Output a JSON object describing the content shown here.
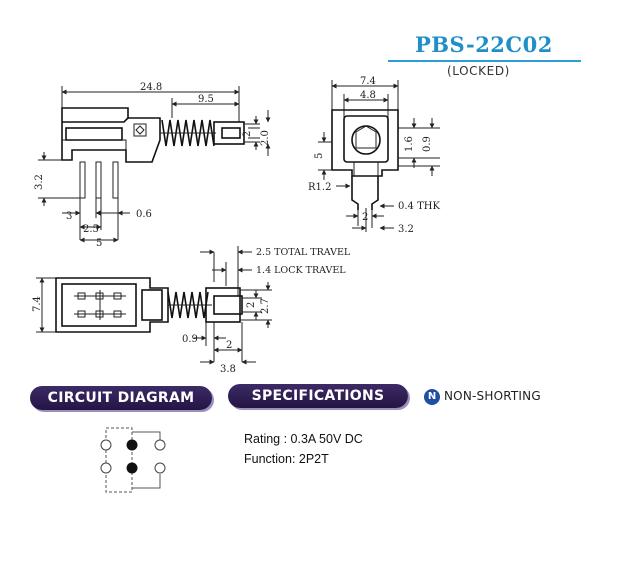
{
  "header": {
    "model": "PBS-22C02",
    "variant": "(LOCKED)"
  },
  "dimensions": {
    "side": {
      "overall_length": "24.8",
      "plunger_offset": "9.5",
      "plunger_dia_a": "2",
      "plunger_dia_b": "2.0",
      "pin_height": "3.2",
      "pin_spacing_a": "3",
      "pin_thickness": "0.6",
      "pin_spacing_b": "2.5",
      "pin_spacing_c": "5"
    },
    "front": {
      "width_outer": "7.4",
      "width_inner": "4.8",
      "dim_right_a": "1.6",
      "dim_right_b": "0.9",
      "dim_left": "5",
      "radius": "R1.2",
      "thickness": "0.4 THK",
      "pin_pitch": "2",
      "lower_offset": "3.2"
    },
    "top": {
      "total_travel": "2.5 TOTAL TRAVEL",
      "lock_travel": "1.4 LOCK TRAVEL",
      "height": "7.4",
      "plunger_a": "2",
      "plunger_b": "2.7",
      "offset_a": "0.9",
      "offset_b": "2",
      "offset_c": "3.8"
    }
  },
  "sections": {
    "circuit_label": "CIRCUIT DIAGRAM",
    "spec_label": "SPECIFICATIONS",
    "non_shorting_icon": "N",
    "non_shorting_label": "NON-SHORTING"
  },
  "specs": {
    "rating": "Rating : 0.3A 50V DC",
    "function": "Function: 2P2T"
  }
}
